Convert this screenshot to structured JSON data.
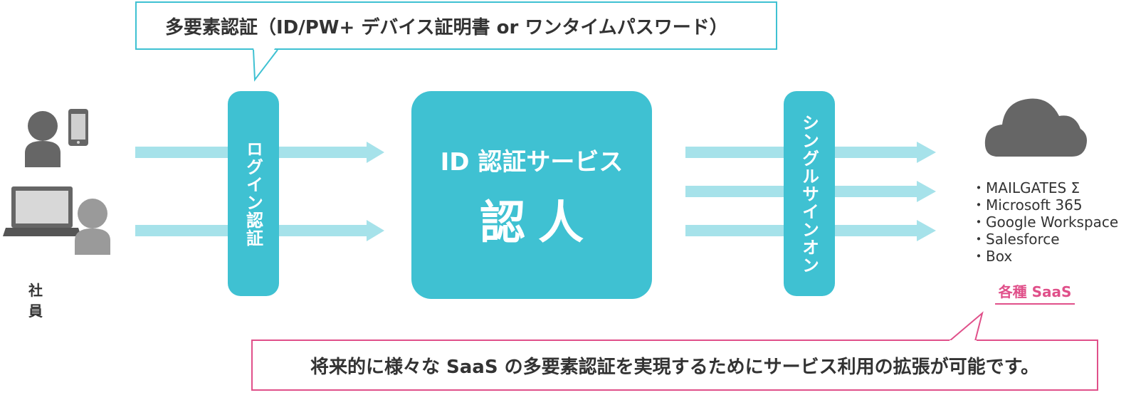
{
  "top_callout": "多要素認証（ID/PW+ デバイス証明書 or ワンタイムパスワード）",
  "bottom_callout": "将来的に様々な SaaS の多要素認証を実現するためにサービス利用の拡張が可能です。",
  "login_pill": "ログイン認証",
  "sso_pill": "シングルサインオン",
  "center": {
    "title": "ID 認証サービス",
    "main": "認人"
  },
  "employee_label": "社員",
  "saas_services": [
    "MAILGATES Σ",
    "Microsoft 365",
    "Google Workspace",
    "Salesforce",
    "Box"
  ],
  "saas_label": "各種 SaaS",
  "colors": {
    "teal": "#3fc1d2",
    "light_teal": "#a6e2ea",
    "pink": "#e0508a",
    "gray": "#666666",
    "light_gray": "#9a9a9a"
  },
  "icons": [
    "person-icon",
    "smartphone-icon",
    "laptop-icon",
    "cloud-icon"
  ]
}
